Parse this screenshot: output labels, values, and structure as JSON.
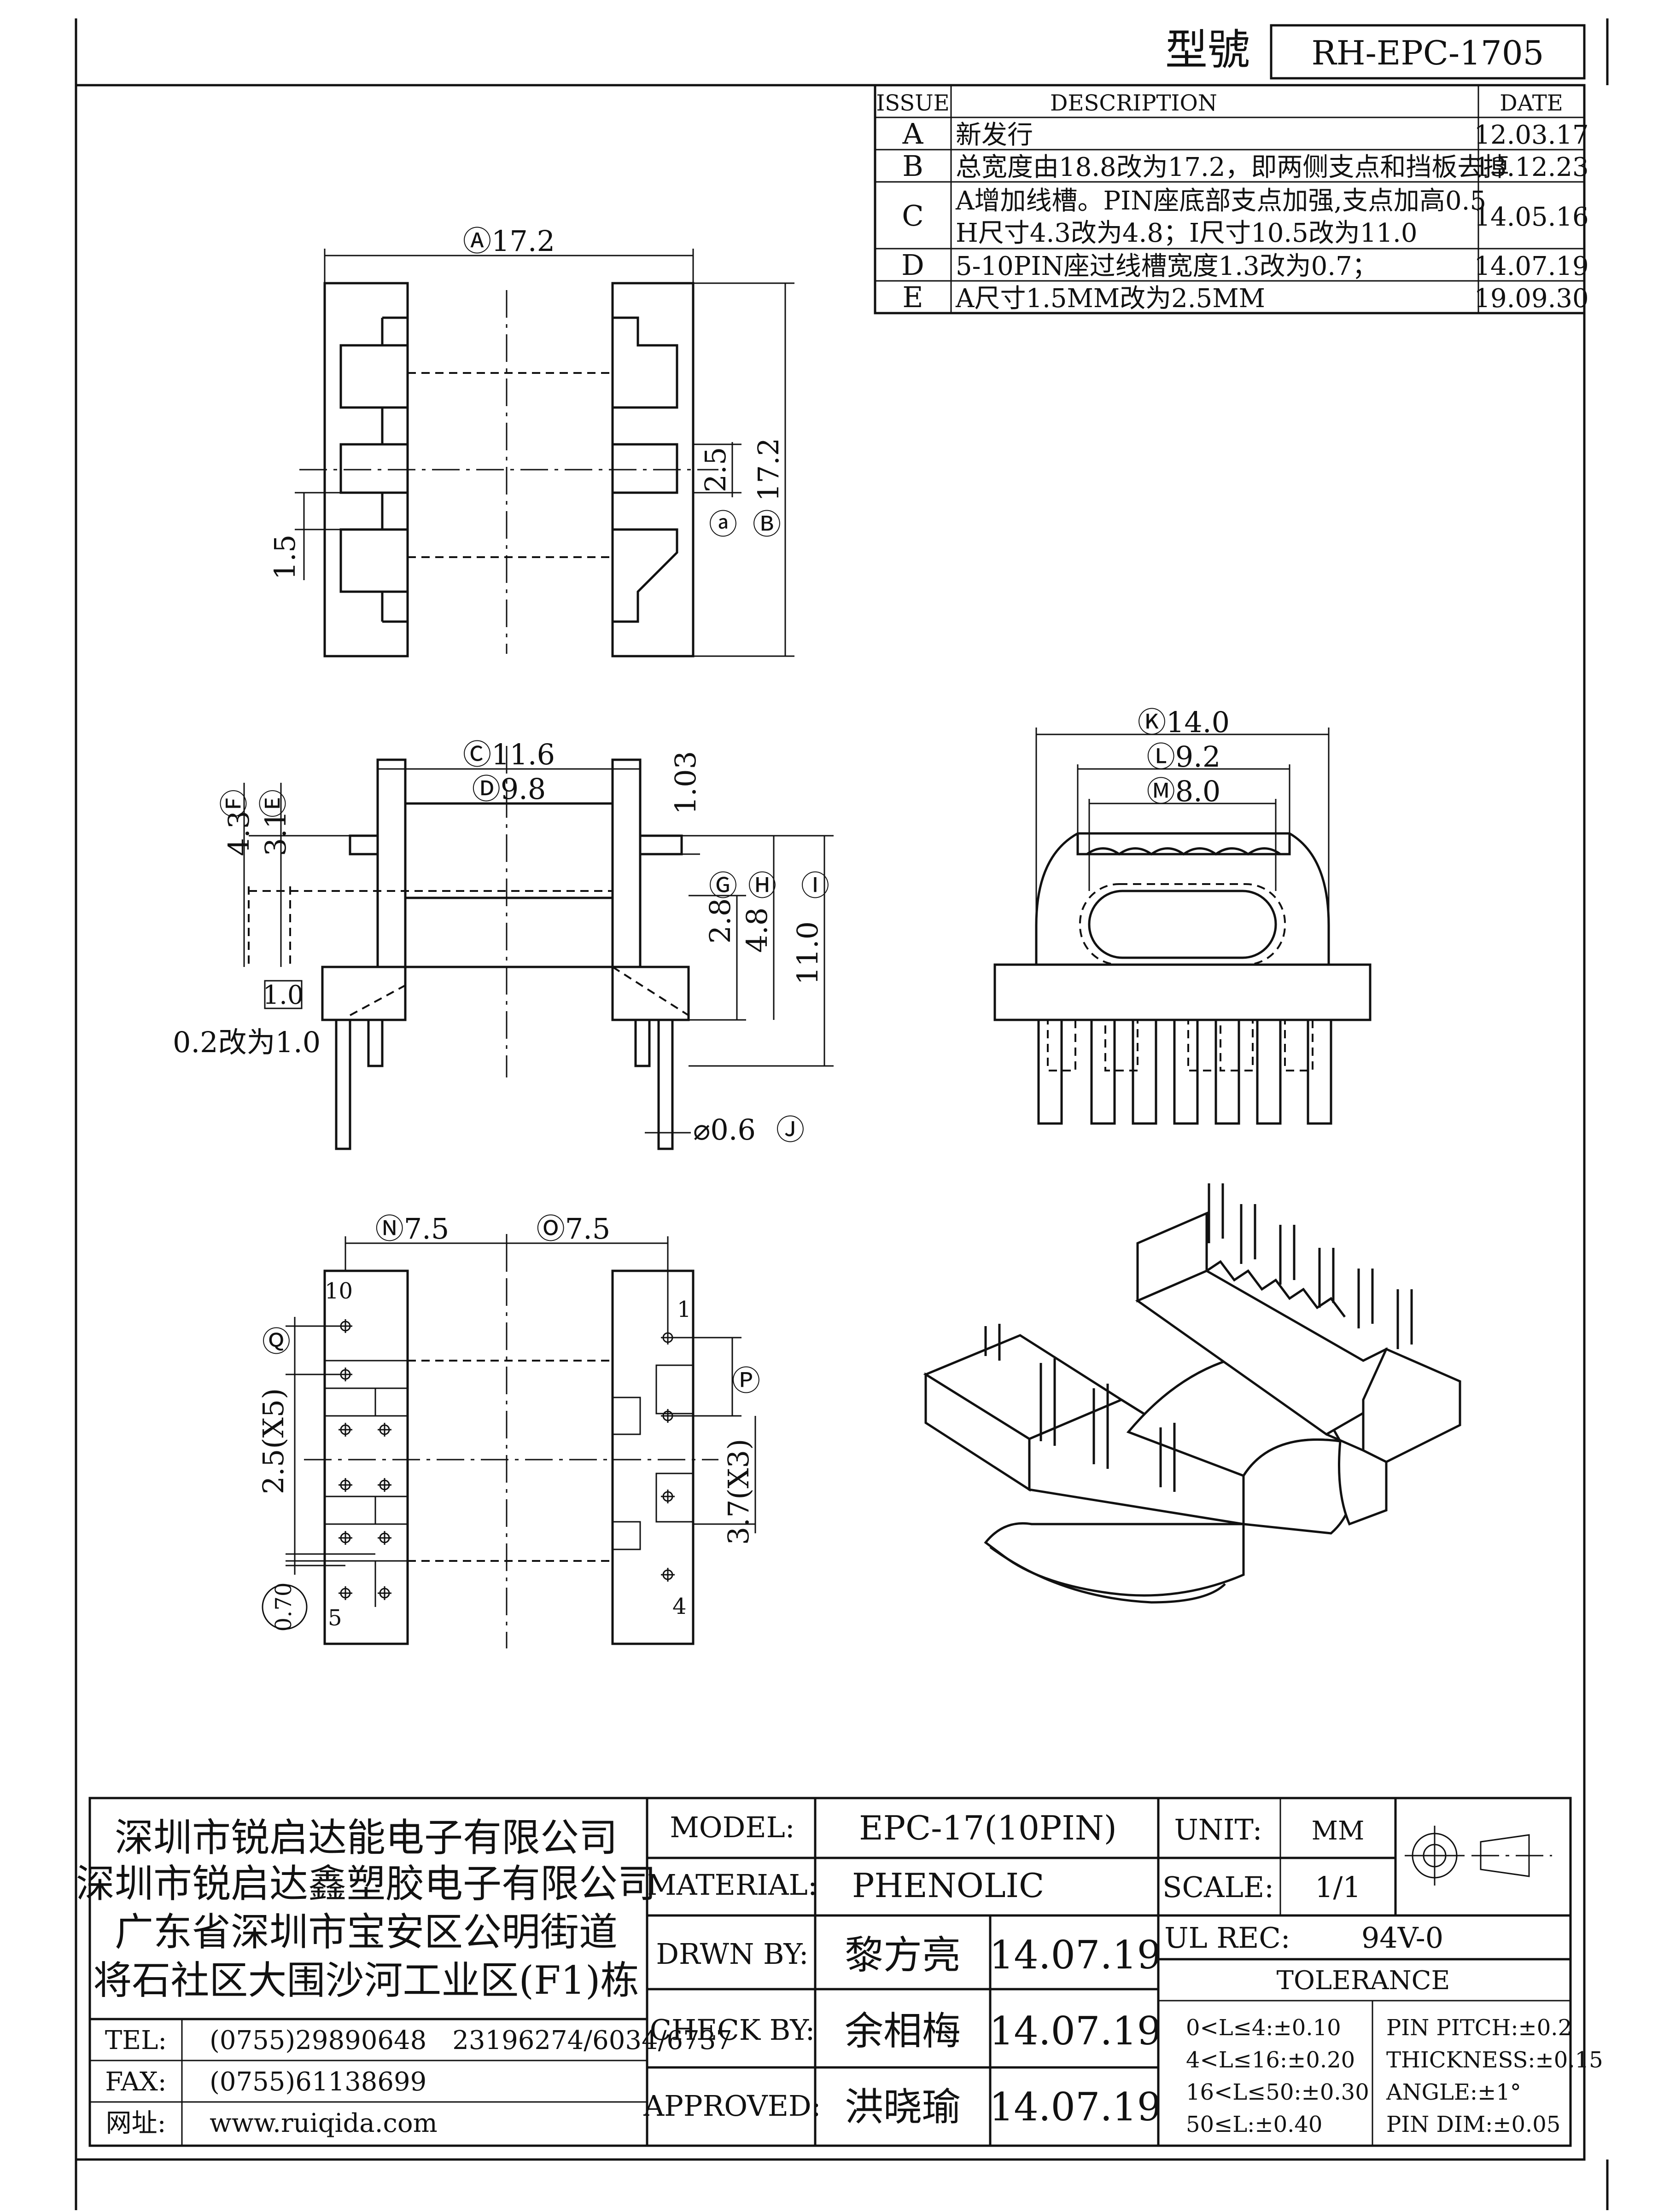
{
  "header": {
    "model_label": "型號",
    "model_no": "RH-EPC-1705"
  },
  "revisions": {
    "columns": [
      "ISSUE",
      "DESCRIPTION",
      "DATE"
    ],
    "rows": [
      {
        "issue": "A",
        "desc": "新发行",
        "date": "12.03.17"
      },
      {
        "issue": "B",
        "desc": "总宽度由18.8改为17.2，即两侧支点和挡板去掉",
        "date": "13.12.23"
      },
      {
        "issue": "C",
        "desc": "A增加线槽。PIN座底部支点加强,支点加高0.5",
        "desc2": "H尺寸4.3改为4.8；I尺寸10.5改为11.0",
        "date": "14.05.16"
      },
      {
        "issue": "D",
        "desc": "5-10PIN座过线槽宽度1.3改为0.7；",
        "date": "14.07.19"
      },
      {
        "issue": "E",
        "desc": "A尺寸1.5MM改为2.5MM",
        "date": "19.09.30"
      }
    ]
  },
  "dims": {
    "top": {
      "A": "Ⓐ17.2",
      "B": "Ⓑ",
      "B_val": "17.2",
      "a": "ⓐ",
      "a_val": "2.5",
      "left_val": "1.5"
    },
    "side": {
      "C": "Ⓒ11.6",
      "D": "Ⓓ9.8",
      "F": "Ⓕ",
      "F_val": "4.3",
      "E": "Ⓔ",
      "E_val": "3.1",
      "g103": "1.03",
      "G": "Ⓖ",
      "G_val": "2.8",
      "H": "Ⓗ",
      "H_val": "4.8",
      "I": "Ⓘ",
      "I_val": "11.0",
      "boxed": "1.0",
      "note": "0.2改为1.0",
      "J": "⌀0.6",
      "J_mark": "Ⓙ"
    },
    "front": {
      "K": "Ⓚ14.0",
      "L": "Ⓛ9.2",
      "M": "Ⓜ8.0"
    },
    "bottom": {
      "N": "Ⓝ7.5",
      "O": "Ⓞ7.5",
      "Q": "Ⓠ",
      "P": "Ⓟ",
      "pitch5": "2.5(X5)",
      "pitch3": "3.7(X3)",
      "pin10": "10",
      "pin1": "1",
      "pin5": "5",
      "pin4": "4",
      "circled": "0.70"
    }
  },
  "company": {
    "lines": [
      "深圳市锐启达能电子有限公司",
      "深圳市锐启达鑫塑胶电子有限公司",
      "广东省深圳市宝安区公明街道",
      "将石社区大围沙河工业区(F1)栋"
    ],
    "contacts": [
      {
        "label": "TEL:",
        "value": "(0755)29890648　23196274/6034/6737"
      },
      {
        "label": "FAX:",
        "value": "(0755)61138699"
      },
      {
        "label": "网址:",
        "value": "www.ruiqida.com"
      }
    ]
  },
  "titleblock": {
    "model_label": "MODEL:",
    "model": "EPC-17(10PIN)",
    "unit_label": "UNIT:",
    "unit": "MM",
    "material_label": "MATERIAL:",
    "material": "PHENOLIC",
    "scale_label": "SCALE:",
    "scale": "1/1",
    "drawn_label": "DRWN BY:",
    "drawn": "黎方亮",
    "drawn_date": "14.07.19",
    "check_label": "CHECK BY:",
    "check": "余相梅",
    "check_date": "14.07.19",
    "approved_label": "APPROVED:",
    "approved": "洪晓瑜",
    "approved_date": "14.07.19",
    "ul_label": "UL REC:",
    "ul": "94V-0",
    "tolerance_label": "TOLERANCE",
    "tolerances": [
      "0<L≤4:±0.10",
      "4<L≤16:±0.20",
      "16<L≤50:±0.30",
      "50≤L:±0.40"
    ],
    "specs": [
      "PIN PITCH:±0.2",
      "THICKNESS:±0.15",
      "ANGLE:±1°",
      "PIN DIM:±0.05"
    ]
  }
}
